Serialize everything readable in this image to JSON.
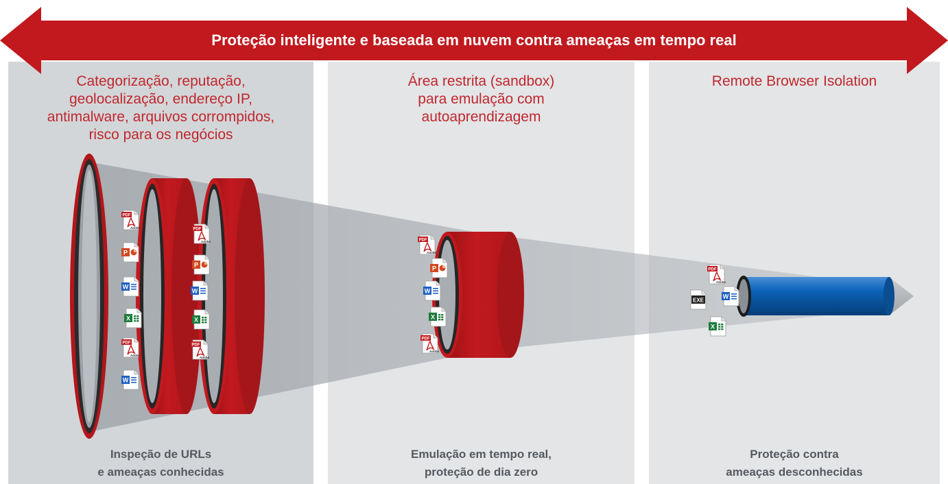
{
  "header": {
    "title": "Proteção inteligente e baseada em nuvem contra ameaças em tempo real"
  },
  "panels": [
    {
      "top_text": "Categorização, reputação,\ngeolocalização, endereço IP,\nantimalware, arquivos corrompidos,\nrisco para os negócios",
      "bottom_text": "Inspeção de URLs\ne ameaças conhecidas"
    },
    {
      "top_text": "Área restrita (sandbox)\npara emulação com\nautoaprendizagem",
      "bottom_text": "Emulação em tempo real,\nproteção de dia zero"
    },
    {
      "top_text": "Remote Browser Isolation",
      "bottom_text": "Proteção contra\nameaças desconhecidas"
    }
  ],
  "icon_labels": {
    "pdf": "PDF",
    "adobe": "Adobe",
    "powerpoint": "P",
    "word": "W",
    "excel": "X",
    "exe": "EXE"
  },
  "colors": {
    "red": "#c1191e",
    "red_text": "#c0272d",
    "blue": "#0b63b8",
    "panel_dark": "#d3d6d9",
    "panel_light": "#e3e5e7"
  }
}
